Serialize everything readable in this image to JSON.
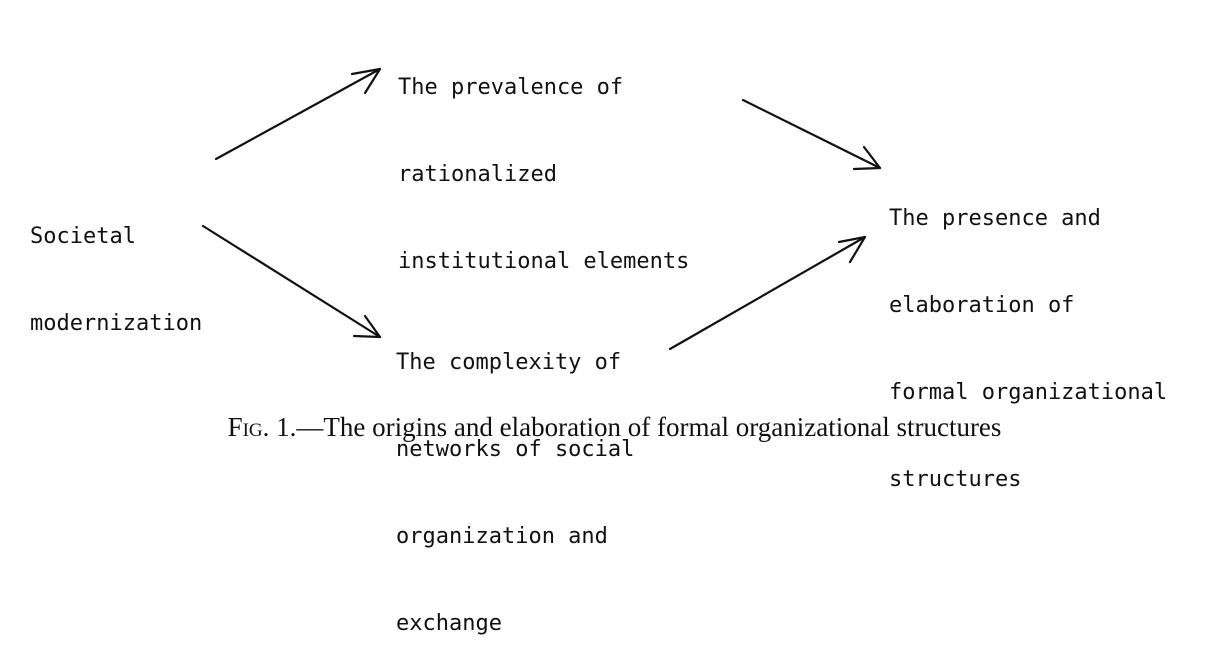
{
  "nodes": {
    "societal_modernization": [
      "Societal",
      "modernization"
    ],
    "prevalence": [
      "The prevalence of",
      "rationalized",
      "institutional elements"
    ],
    "complexity": [
      "The complexity of",
      "networks of social",
      "organization and",
      "exchange"
    ],
    "presence": [
      "The presence and",
      "elaboration of",
      "formal organizational",
      "structures"
    ]
  },
  "edges": [
    {
      "from": "Societal modernization",
      "to": "The prevalence of rationalized institutional elements"
    },
    {
      "from": "Societal modernization",
      "to": "The complexity of networks of social organization and exchange"
    },
    {
      "from": "The prevalence of rationalized institutional elements",
      "to": "The presence and elaboration of formal organizational structures"
    },
    {
      "from": "The complexity of networks of social organization and exchange",
      "to": "The presence and elaboration of formal organizational structures"
    }
  ],
  "caption": {
    "label": "Fig. 1.",
    "text": "—The origins and elaboration of formal organizational structures"
  }
}
